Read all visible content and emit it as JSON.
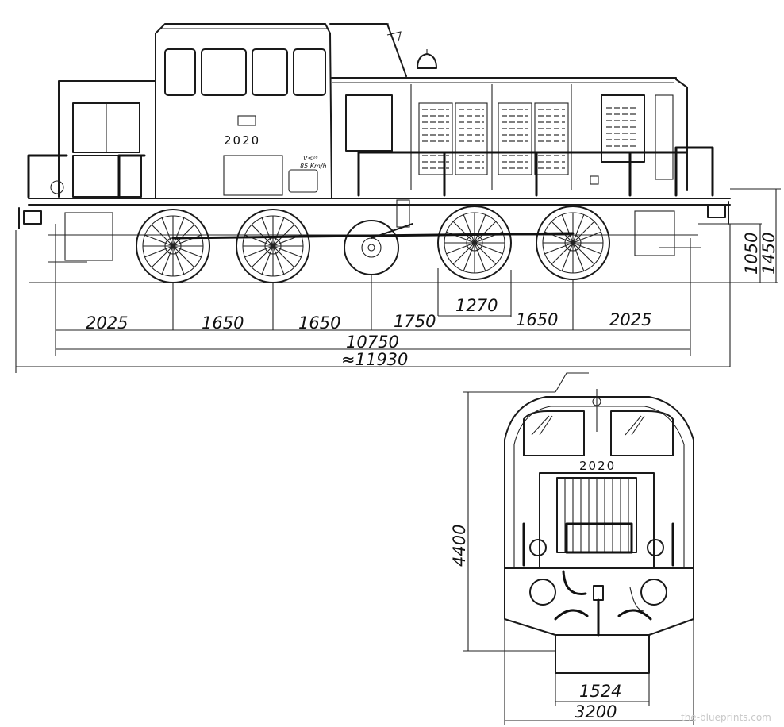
{
  "side_view": {
    "number_plate": "2020",
    "speed_label_line1": "V≤¹⁶",
    "speed_label_line2": "85 Km/h",
    "dimensions": {
      "spacing_1": "2025",
      "spacing_2": "1650",
      "spacing_3": "1650",
      "spacing_4": "1750",
      "spacing_5": "1270",
      "spacing_6": "1650",
      "spacing_7": "2025",
      "length_over_buffers_frame": "10750",
      "total_length": "≈11930",
      "buffer_height": "1050",
      "platform_height": "1450"
    }
  },
  "front_view": {
    "number_plate": "2020",
    "dimensions": {
      "height": "4400",
      "gauge": "1524",
      "width": "3200"
    }
  },
  "watermark": "the-blueprints.com"
}
